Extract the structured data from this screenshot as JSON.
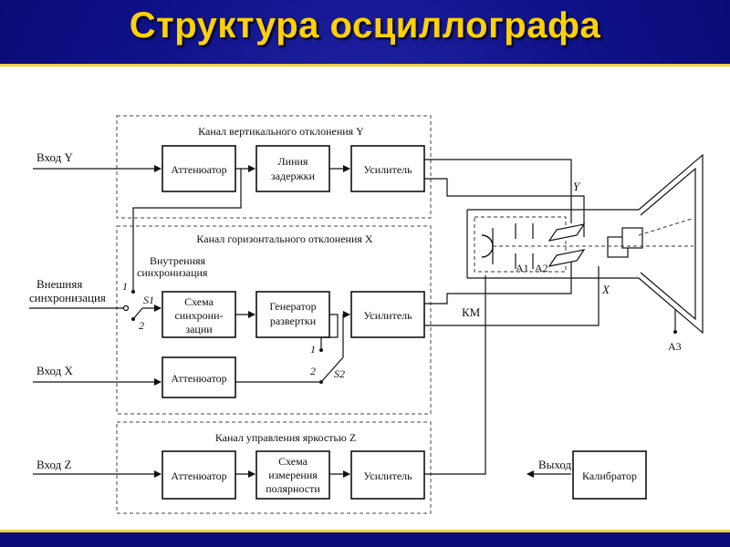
{
  "title": "Структура осциллографа",
  "groups": {
    "y_channel": "Канал вертикального отклонения Y",
    "x_channel": "Канал горизонтального отклонения X",
    "z_channel": "Канал управления яркостью Z"
  },
  "inputs": {
    "in_y": "Вход Y",
    "in_x": "Вход X",
    "in_z": "Вход Z",
    "ext_sync_1": "Внешняя",
    "ext_sync_2": "синхронизация",
    "int_sync_1": "Внутренняя",
    "int_sync_2": "синхронизация"
  },
  "blocks": {
    "att_y": "Аттенюатор",
    "delay_1": "Линия",
    "delay_2": "задержки",
    "amp_y": "Усилитель",
    "sync_1": "Схема",
    "sync_2": "синхрони-",
    "sync_3": "зации",
    "sweep_1": "Генератор",
    "sweep_2": "развертки",
    "amp_x": "Усилитель",
    "att_x": "Аттенюатор",
    "att_z": "Аттенюатор",
    "pol_1": "Схема",
    "pol_2": "измерения",
    "pol_3": "полярности",
    "amp_z": "Усилитель",
    "calibrator": "Калибратор"
  },
  "switches": {
    "s1": "S1",
    "s1_pos1": "1",
    "s1_pos2": "2",
    "s2": "S2",
    "s2_pos1": "1",
    "s2_pos2": "2"
  },
  "crt": {
    "km": "КМ",
    "a1": "A1",
    "a2": "A2",
    "a3": "A3",
    "y_plates": "Y",
    "x_plates": "X"
  },
  "output": "Выход"
}
